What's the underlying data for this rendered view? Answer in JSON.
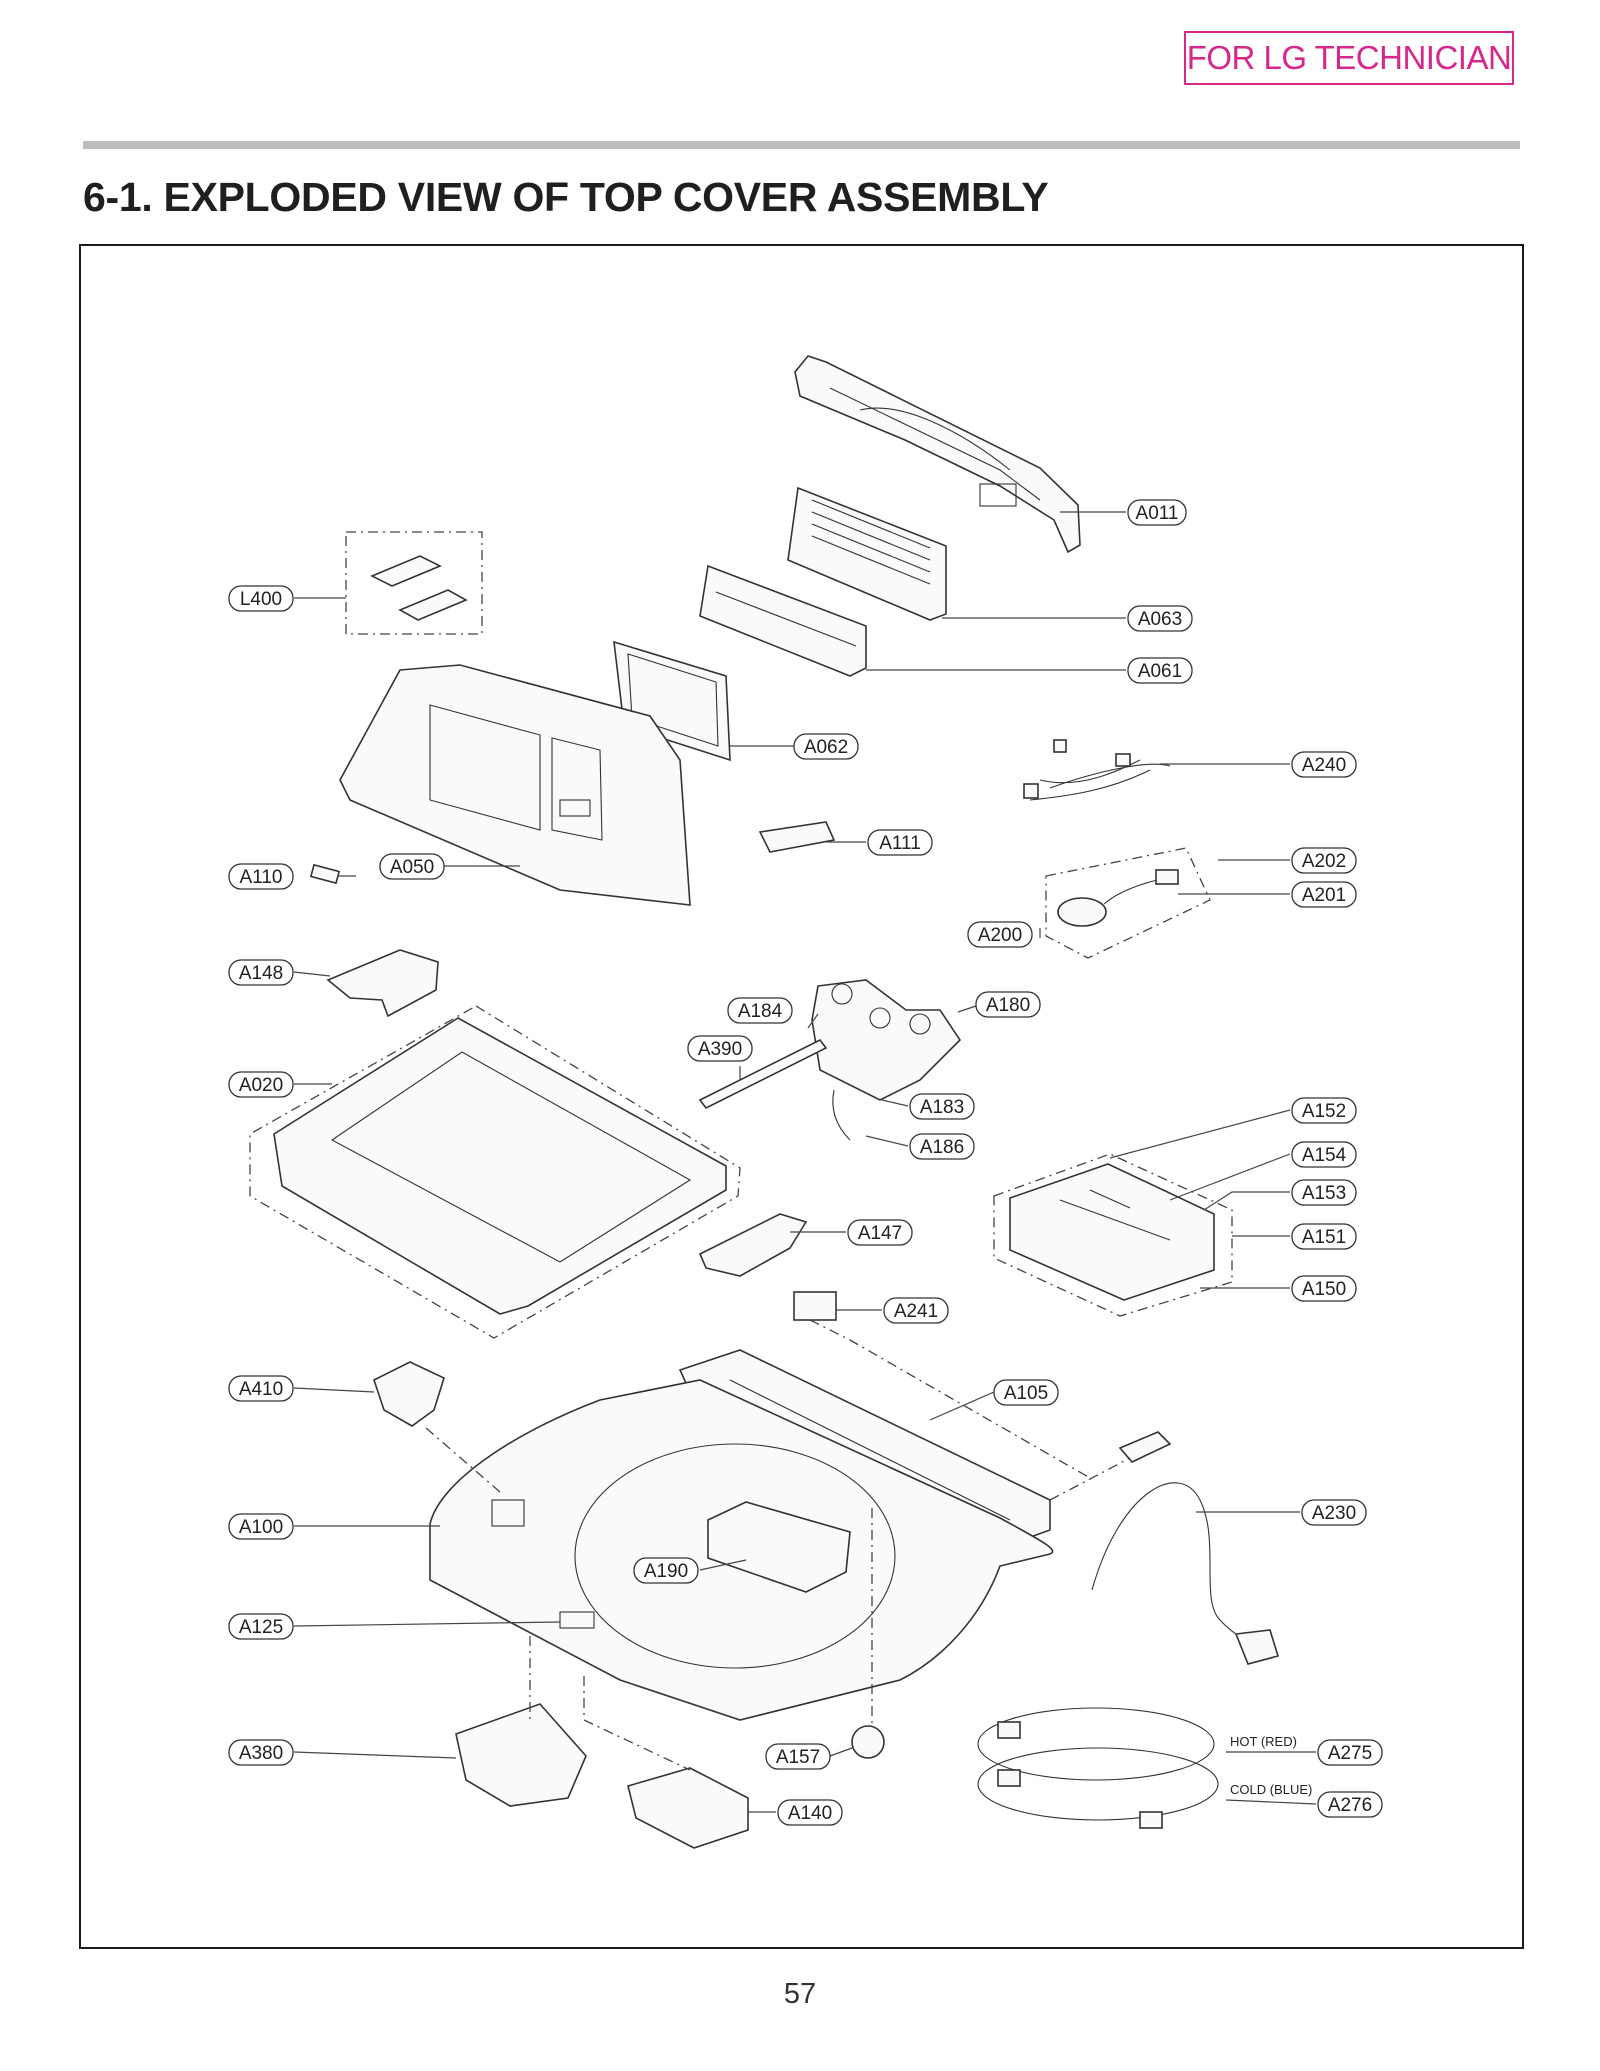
{
  "header": {
    "badge": "FOR LG TECHNICIAN"
  },
  "page": {
    "title": "6-1. EXPLODED VIEW OF TOP COVER ASSEMBLY",
    "number": "57"
  },
  "callouts": {
    "A011": "A011",
    "L400": "L400",
    "A063": "A063",
    "A061": "A061",
    "A062": "A062",
    "A240": "A240",
    "A111": "A111",
    "A110": "A110",
    "A050": "A050",
    "A202": "A202",
    "A201": "A201",
    "A200": "A200",
    "A148": "A148",
    "A184": "A184",
    "A180": "A180",
    "A390": "A390",
    "A020": "A020",
    "A183": "A183",
    "A152": "A152",
    "A186": "A186",
    "A154": "A154",
    "A153": "A153",
    "A147": "A147",
    "A151": "A151",
    "A150": "A150",
    "A241": "A241",
    "A410": "A410",
    "A105": "A105",
    "A230": "A230",
    "A100": "A100",
    "A190": "A190",
    "A125": "A125",
    "A275": "A275",
    "A380": "A380",
    "A157": "A157",
    "A276": "A276",
    "A140": "A140"
  },
  "hose_labels": {
    "hot": "HOT (RED)",
    "cold": "COLD (BLUE)"
  }
}
